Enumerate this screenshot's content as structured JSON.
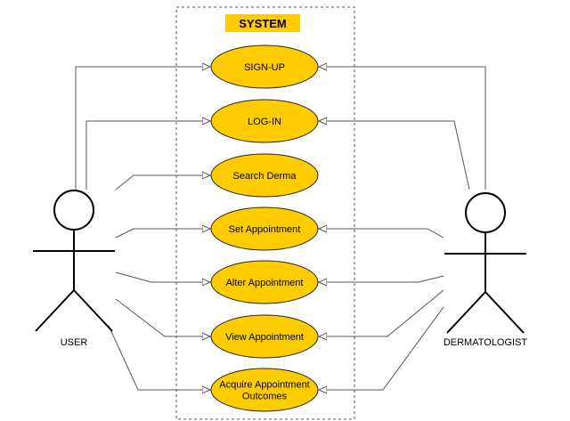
{
  "diagram": {
    "system_label": "SYSTEM",
    "actors": {
      "user": "USER",
      "dermatologist": "DERMATOLOGIST"
    },
    "use_cases": [
      {
        "id": "signup",
        "lines": [
          "SIGN-UP"
        ],
        "actors": [
          "user",
          "dermatologist"
        ]
      },
      {
        "id": "login",
        "lines": [
          "LOG-IN"
        ],
        "actors": [
          "user",
          "dermatologist"
        ]
      },
      {
        "id": "search",
        "lines": [
          "Search Derma"
        ],
        "actors": [
          "user"
        ]
      },
      {
        "id": "set",
        "lines": [
          "Set Appointment"
        ],
        "actors": [
          "user",
          "dermatologist"
        ]
      },
      {
        "id": "alter",
        "lines": [
          "Alter Appointment"
        ],
        "actors": [
          "user",
          "dermatologist"
        ]
      },
      {
        "id": "view",
        "lines": [
          "View Appointment"
        ],
        "actors": [
          "user",
          "dermatologist"
        ]
      },
      {
        "id": "acquire",
        "lines": [
          "Acquire Appointment",
          "Outcomes"
        ],
        "actors": [
          "user",
          "dermatologist"
        ]
      }
    ],
    "colors": {
      "use_case_fill": "#FFCC00",
      "system_label_fill": "#FFCC00",
      "line": "#555555",
      "outline": "#222222"
    }
  }
}
